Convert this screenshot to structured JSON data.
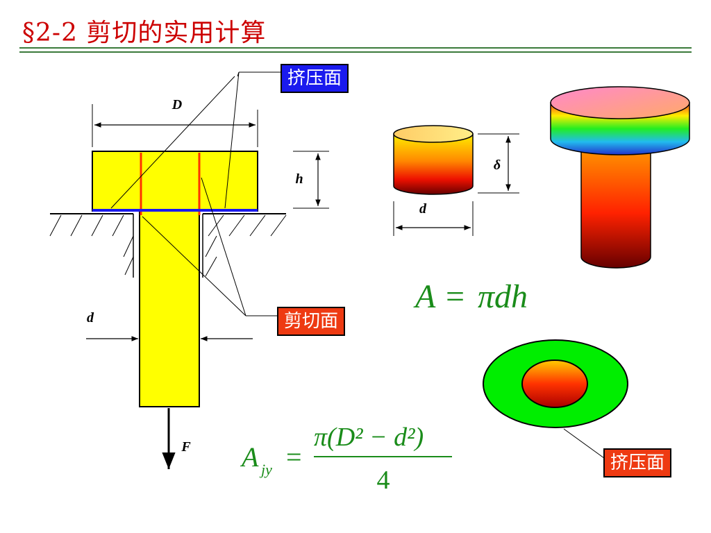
{
  "title": "§2-2 剪切的实用计算",
  "labels": {
    "bearing_surface_top": "挤压面",
    "shear_surface": "剪切面",
    "bearing_surface_bottom": "挤压面"
  },
  "dimensions": {
    "D": "D",
    "h": "h",
    "d_left": "d",
    "d_cylinder": "d",
    "delta": "δ",
    "F": "F"
  },
  "formulas": {
    "shear_area": {
      "lhs": "A",
      "eq": "=",
      "rhs": "πdh"
    },
    "bearing_area": {
      "lhs_main": "A",
      "lhs_sub": "jy",
      "eq": "=",
      "numerator": "π(D² − d²)",
      "denominator": "4"
    }
  },
  "colors": {
    "title": "#cc0000",
    "rule": "#3a7a3a",
    "bolt": "#ffff00",
    "shear_line": "#ff3300",
    "bearing_line": "#1a1aee",
    "formula": "#1a8c1a",
    "ring": "#00ee00"
  }
}
